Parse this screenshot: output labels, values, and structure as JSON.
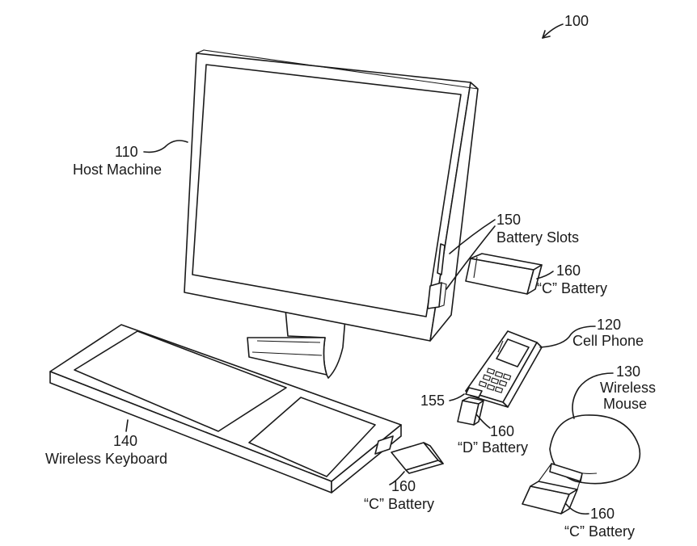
{
  "figure": {
    "number": "100",
    "host": {
      "ref": "110",
      "name": "Host Machine"
    },
    "slots": {
      "ref": "150",
      "name": "Battery Slots"
    },
    "battery_c_top": {
      "ref": "160",
      "name": "“C” Battery"
    },
    "phone": {
      "ref": "120",
      "name": "Cell Phone"
    },
    "mouse": {
      "ref": "130",
      "name_line1": "Wireless",
      "name_line2": "Mouse"
    },
    "phone_slot": {
      "ref": "155"
    },
    "battery_d": {
      "ref": "160",
      "name": "“D” Battery"
    },
    "keyboard": {
      "ref": "140",
      "name": "Wireless Keyboard"
    },
    "battery_c_keyboard": {
      "ref": "160",
      "name": "“C” Battery"
    },
    "battery_c_mouse": {
      "ref": "160",
      "name": "“C” Battery"
    }
  }
}
